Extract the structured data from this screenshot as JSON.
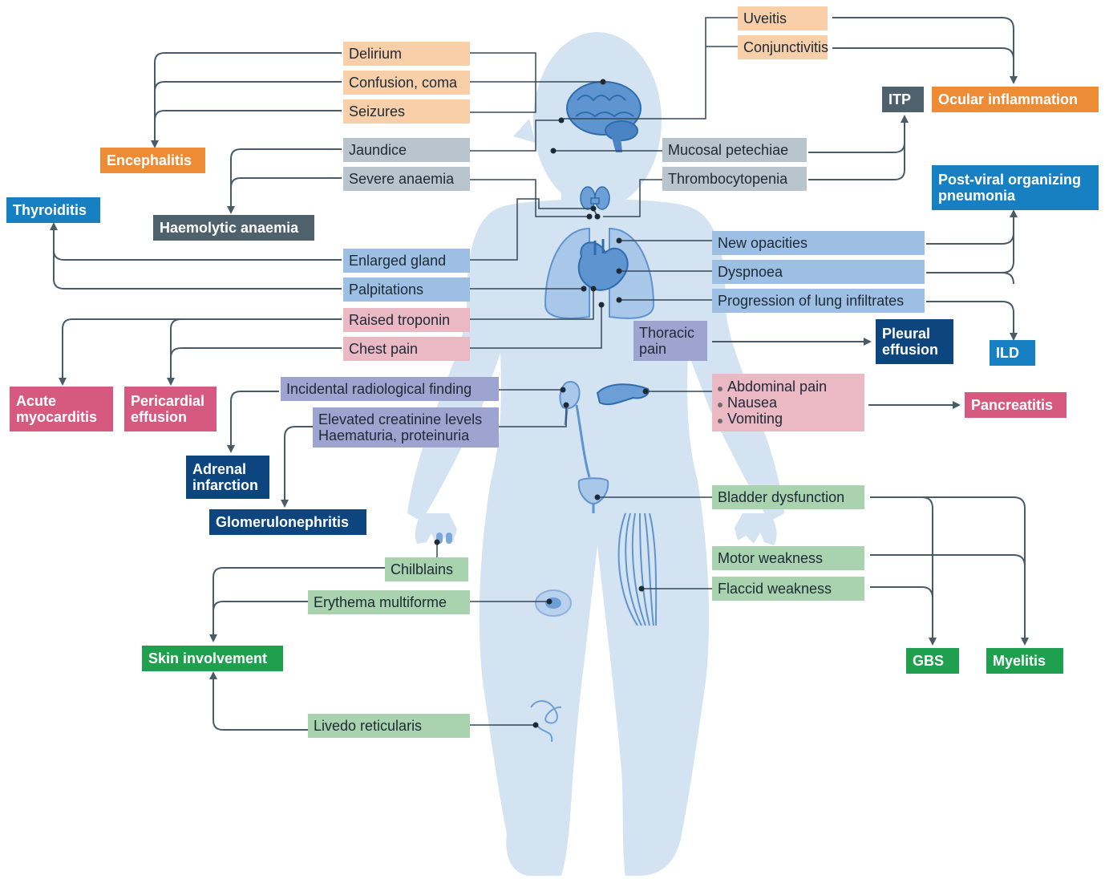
{
  "symptoms": {
    "delirium": "Delirium",
    "confusion_coma": "Confusion, coma",
    "seizures": "Seizures",
    "jaundice": "Jaundice",
    "severe_anaemia": "Severe anaemia",
    "enlarged_gland": "Enlarged gland",
    "palpitations": "Palpitations",
    "raised_troponin": "Raised troponin",
    "chest_pain": "Chest pain",
    "incidental_radiological_finding": "Incidental radiological finding",
    "elevated_creatinine": "Elevated creatinine levels",
    "haematuria_proteinuria": "Haematuria, proteinuria",
    "chilblains": "Chilblains",
    "erythema_multiforme": "Erythema multiforme",
    "livedo_reticularis": "Livedo reticularis",
    "uveitis": "Uveitis",
    "conjunctivitis": "Conjunctivitis",
    "mucosal_petechiae": "Mucosal petechiae",
    "thrombocytopenia": "Thrombocytopenia",
    "new_opacities": "New opacities",
    "dyspnoea": "Dyspnoea",
    "progression_lung_infiltrates": "Progression of lung infiltrates",
    "thoracic_pain_1": "Thoracic",
    "thoracic_pain_2": "pain",
    "abdominal_pain": "Abdominal pain",
    "nausea": "Nausea",
    "vomiting": "Vomiting",
    "bladder_dysfunction": "Bladder dysfunction",
    "motor_weakness": "Motor weakness",
    "flaccid_weakness": "Flaccid  weakness"
  },
  "outcomes": {
    "encephalitis": "Encephalitis",
    "haemolytic_anaemia": "Haemolytic anaemia",
    "thyroiditis": "Thyroiditis",
    "acute_myocarditis_1": "Acute",
    "acute_myocarditis_2": "myocarditis",
    "pericardial_effusion_1": "Pericardial",
    "pericardial_effusion_2": "effusion",
    "adrenal_infarction_1": "Adrenal",
    "adrenal_infarction_2": "infarction",
    "glomerulonephritis": "Glomerulonephritis",
    "skin_involvement": "Skin involvement",
    "itp": "ITP",
    "ocular_inflammation": "Ocular inflammation",
    "post_viral_pneumonia_1": "Post-viral organizing",
    "post_viral_pneumonia_2": "pneumonia",
    "ild": "ILD",
    "pleural_effusion_1": "Pleural",
    "pleural_effusion_2": "effusion",
    "pancreatitis": "Pancreatitis",
    "gbs": "GBS",
    "myelitis": "Myelitis"
  },
  "colors": {
    "body": "#cfe0f1",
    "organ": "#5e94d0",
    "line": "#34495a",
    "arrow": "#4a5b68"
  }
}
